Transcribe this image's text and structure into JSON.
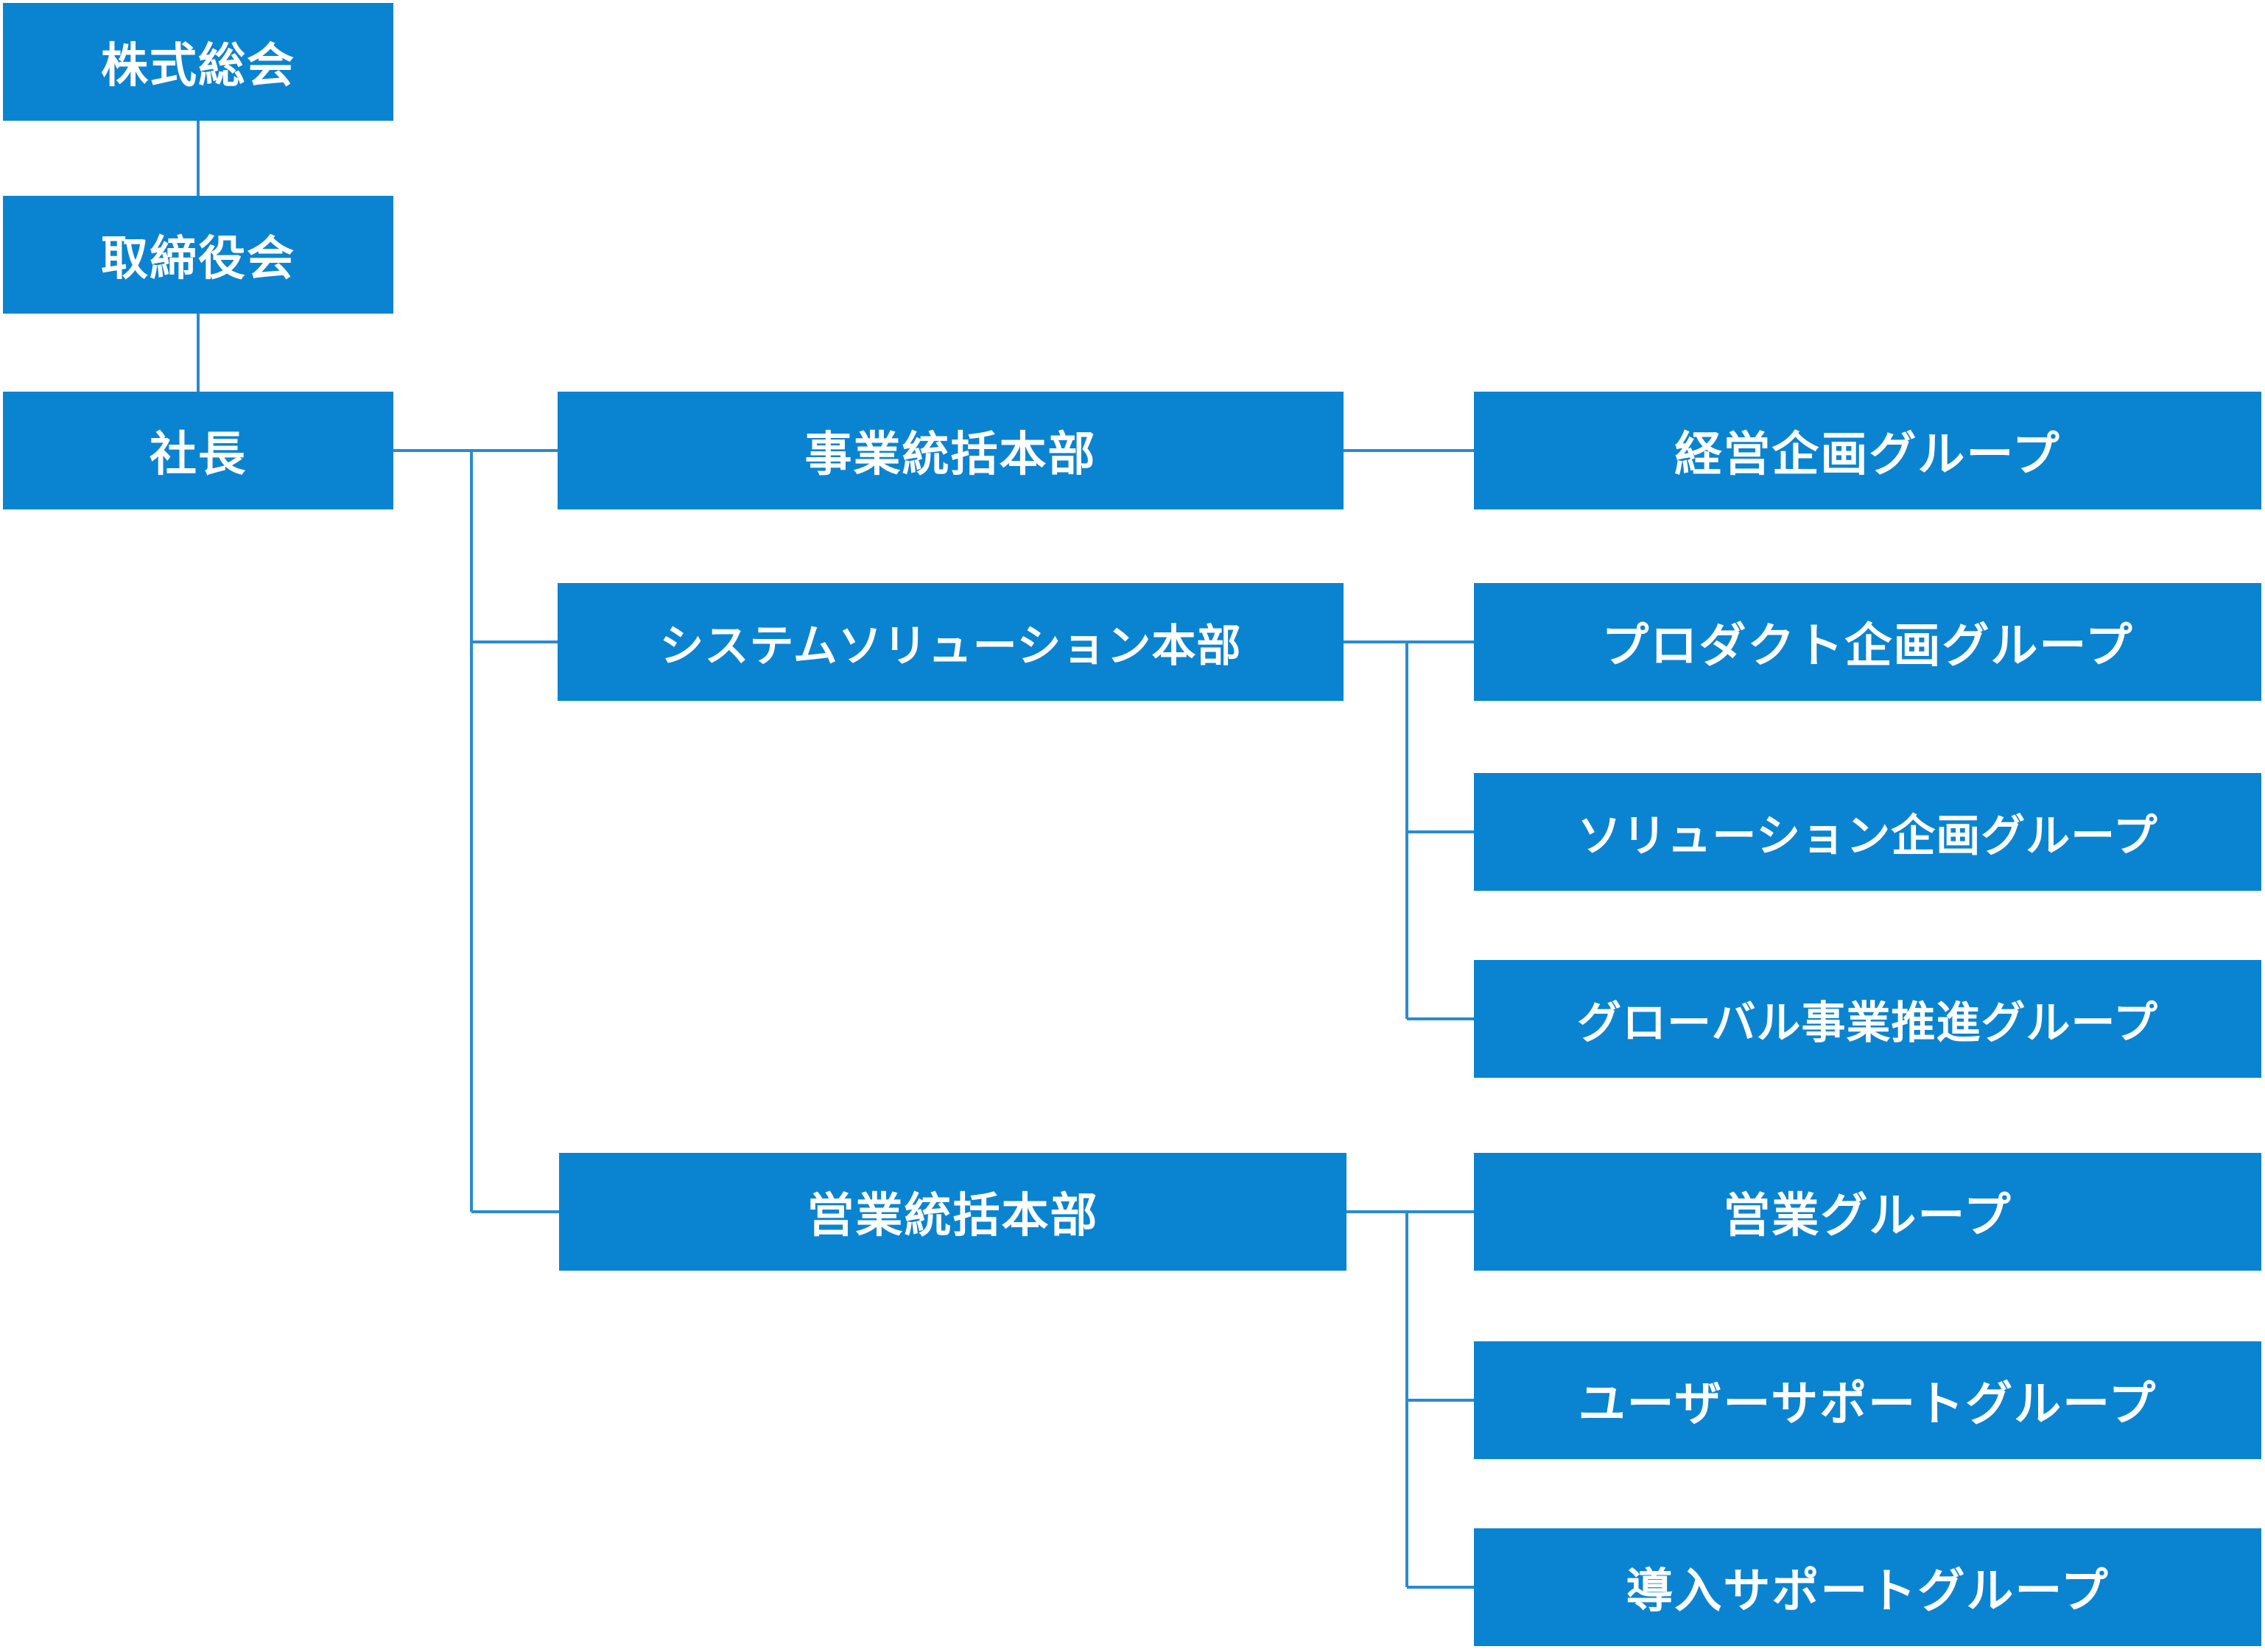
{
  "org": {
    "top": {
      "shareholders": "株式総会",
      "board": "取締役会",
      "president": "社長"
    },
    "divisions": {
      "business": "事業統括本部",
      "system": "システムソリューション本部",
      "sales": "営業統括本部"
    },
    "groups": {
      "management_planning": "経営企画グループ",
      "product_planning": "プロダクト企画グループ",
      "solution_planning": "ソリューション企画グループ",
      "global_business": "グローバル事業推進グループ",
      "sales": "営業グループ",
      "user_support": "ユーザーサポートグループ",
      "implementation_support": "導入サポートグループ"
    }
  },
  "colors": {
    "box_fill": "#0a84d0",
    "box_text": "#ffffff",
    "connector": "#2a8bd0"
  }
}
